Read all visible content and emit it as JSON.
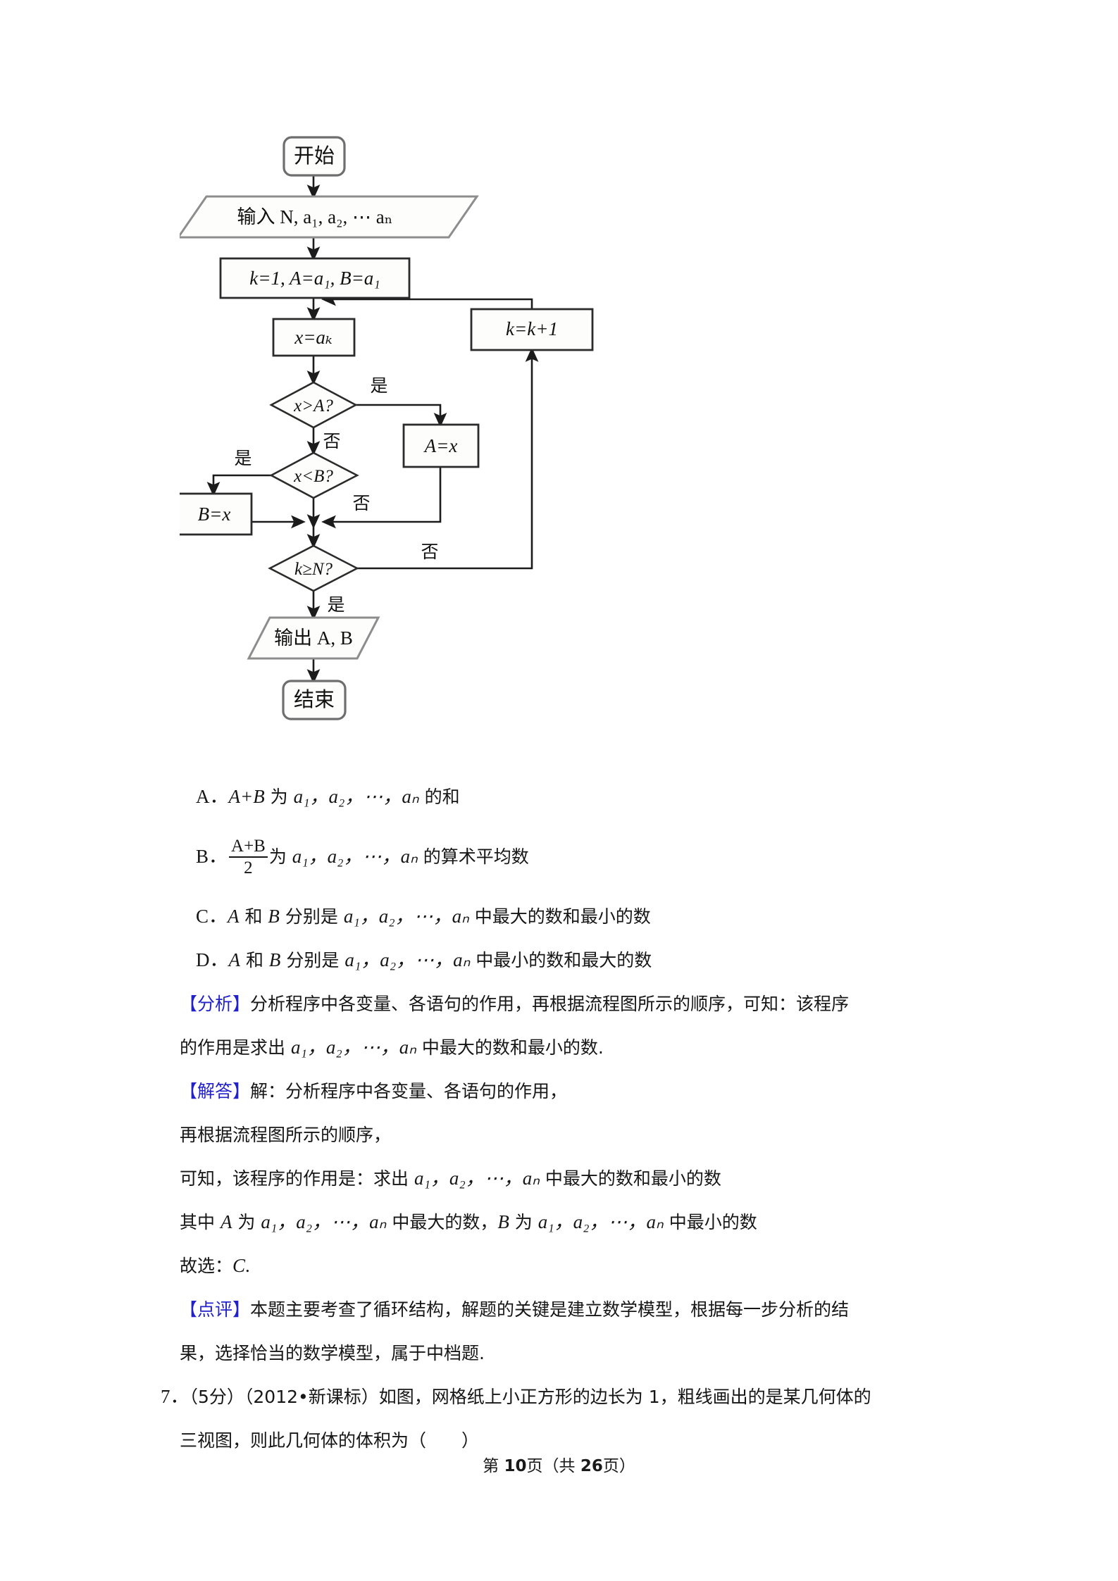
{
  "page": {
    "footer_prefix": "第 ",
    "footer_page": "10",
    "footer_mid": "页（共 ",
    "footer_total": "26",
    "footer_suffix": "页）"
  },
  "flowchart": {
    "title": "循环结构流程图",
    "nodes": {
      "start": "开始",
      "input": "输入 N, a₁, a₂, ⋯ aₙ",
      "input_cn": "输入",
      "init": "k=1, A=a₁, B=a₁",
      "assign_x": "x=aₖ",
      "increment": "k=k+1",
      "decision_max": "x>A?",
      "decision_min": "x<B?",
      "set_a": "A=x",
      "set_b": "B=x",
      "decision_loop": "k≥N?",
      "output": "输出 A, B",
      "output_cn": "输出",
      "end": "结束"
    },
    "edge_labels": {
      "yes": "是",
      "no": "否"
    },
    "edges": [
      {
        "from": "start",
        "to": "input",
        "label": ""
      },
      {
        "from": "input",
        "to": "init",
        "label": ""
      },
      {
        "from": "init",
        "to": "assign_x",
        "label": ""
      },
      {
        "from": "assign_x",
        "to": "decision_max",
        "label": ""
      },
      {
        "from": "decision_max",
        "to": "set_a",
        "label": "是"
      },
      {
        "from": "decision_max",
        "to": "decision_min",
        "label": "否"
      },
      {
        "from": "decision_min",
        "to": "set_b",
        "label": "是"
      },
      {
        "from": "decision_min",
        "to": "decision_loop",
        "label": "否"
      },
      {
        "from": "set_a",
        "to": "decision_loop",
        "label": ""
      },
      {
        "from": "set_b",
        "to": "decision_loop",
        "label": ""
      },
      {
        "from": "decision_loop",
        "to": "increment",
        "label": "否"
      },
      {
        "from": "decision_loop",
        "to": "output",
        "label": "是"
      },
      {
        "from": "increment",
        "to": "assign_x",
        "label": ""
      },
      {
        "from": "output",
        "to": "end",
        "label": ""
      }
    ]
  },
  "options": {
    "a": {
      "letter": "A．",
      "expr": "A+B",
      "t1": " 为 ",
      "seq": "a₁，a₂，⋯，aₙ",
      "t2": " 的和"
    },
    "b": {
      "letter": "B．",
      "num": "A+B",
      "den": "2",
      "t1": "为 ",
      "seq": "a₁，a₂，⋯，aₙ",
      "t2": " 的算术平均数"
    },
    "c": {
      "letter": "C．",
      "v1": "A",
      "t1": " 和 ",
      "v2": "B",
      "t2": " 分别是 ",
      "seq": "a₁，a₂，⋯，aₙ",
      "t3": " 中最大的数和最小的数"
    },
    "d": {
      "letter": "D．",
      "v1": "A",
      "t1": " 和 ",
      "v2": "B",
      "t2": " 分别是 ",
      "seq": "a₁，a₂，⋯，aₙ",
      "t3": " 中最小的数和最大的数"
    }
  },
  "analysis": {
    "tag": "【分析】",
    "line1": "分析程序中各变量、各语句的作用，再根据流程图所示的顺序，可知：该程序",
    "line2_a": "的作用是求出 ",
    "line2_seq": "a₁，a₂，⋯，aₙ",
    "line2_b": " 中最大的数和最小的数."
  },
  "solution": {
    "tag": "【解答】",
    "line1": "解：分析程序中各变量、各语句的作用，",
    "line2": "再根据流程图所示的顺序，",
    "line3_a": "可知，该程序的作用是：求出 ",
    "line3_seq": "a₁，a₂，⋯，aₙ",
    "line3_b": " 中最大的数和最小的数",
    "line4_a": "其中 ",
    "line4_v1": "A",
    "line4_b": " 为 ",
    "line4_seq1": "a₁，a₂，⋯，aₙ",
    "line4_c": " 中最大的数，",
    "line4_v2": "B",
    "line4_d": " 为 ",
    "line4_seq2": "a₁，a₂，⋯，aₙ",
    "line4_e": " 中最小的数",
    "line5_a": "故选：",
    "line5_answer": "C",
    "line5_b": "."
  },
  "comment": {
    "tag": "【点评】",
    "line1": "本题主要考查了循环结构，解题的关键是建立数学模型，根据每一步分析的结",
    "line2": "果，选择恰当的数学模型，属于中档题."
  },
  "next_question": {
    "number": "7．",
    "score": "（5分）",
    "source": "（2012•新课标）",
    "line1": "如图，网格纸上小正方形的边长为 1，粗线画出的是某几何体的",
    "line2": "三视图，则此几何体的体积为（　　）"
  },
  "colors": {
    "tag_blue": "#2222cc",
    "text": "#161616",
    "stroke": "#333333",
    "gray_stroke": "#808080"
  }
}
